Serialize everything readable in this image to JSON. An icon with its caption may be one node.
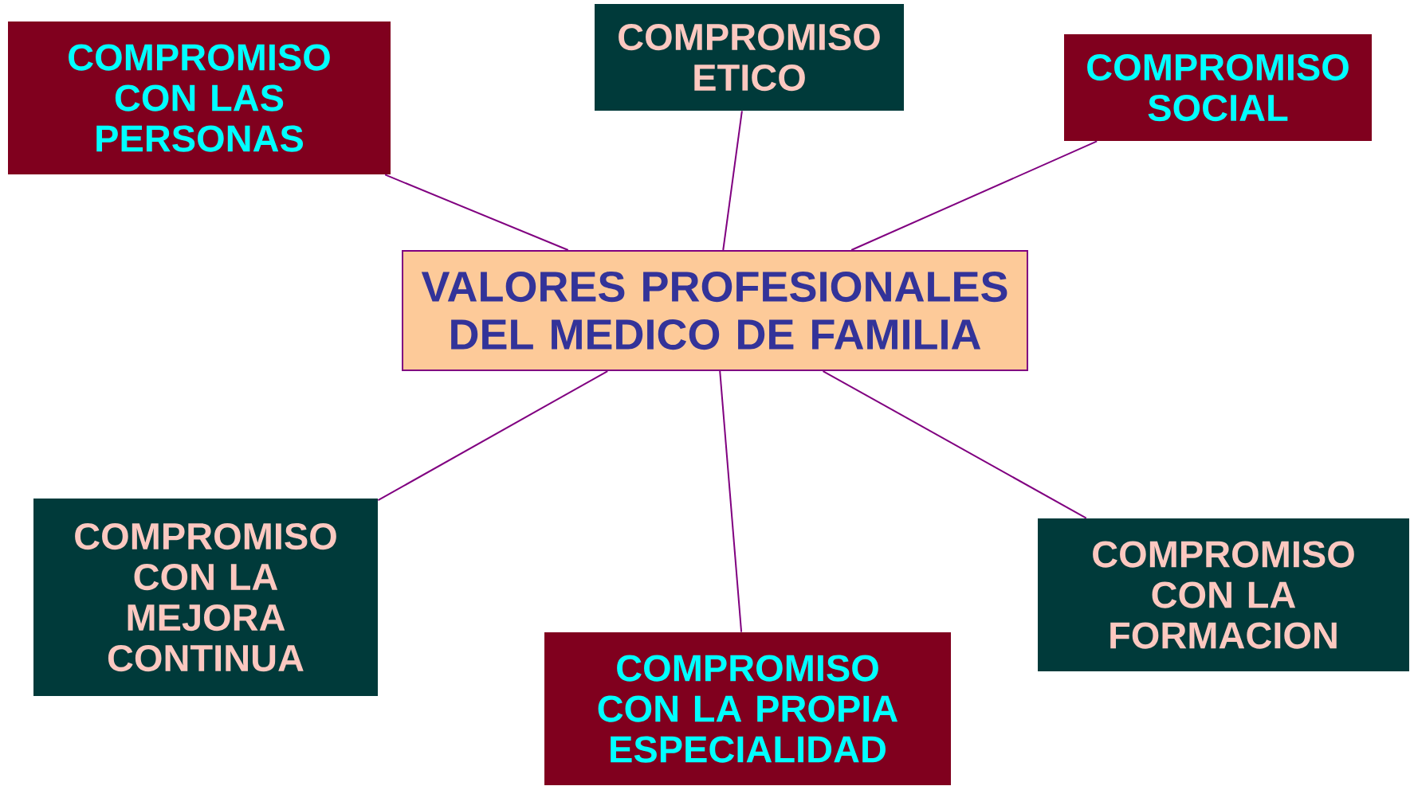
{
  "diagram": {
    "nodes": [
      {
        "text": [
          "VALORES PROFESIONALES DEL MEDICO DE FAMILIA"
        ]
      },
      {
        "text": [
          "COMPROMISO CON LAS PERSONAS"
        ]
      },
      {
        "text": [
          "COMPROMISO ETICO"
        ]
      },
      {
        "text": [
          "COMPROMISO SOCIAL"
        ]
      },
      {
        "text": [
          "COMPROMISO CON LA MEJORA CONTINUA"
        ]
      },
      {
        "text": [
          "COMPROMISO CON LA PROPIA ESPECIALIDAD"
        ]
      },
      {
        "text": [
          "COMPROMISO CON LA FORMACION"
        ]
      }
    ],
    "edges": [
      {
        "from": 0,
        "to": 1,
        "arrow": "none"
      },
      {
        "from": 0,
        "to": 2,
        "arrow": "none"
      },
      {
        "from": 0,
        "to": 3,
        "arrow": "none"
      },
      {
        "from": 0,
        "to": 4,
        "arrow": "none"
      },
      {
        "from": 0,
        "to": 5,
        "arrow": "none"
      },
      {
        "from": 0,
        "to": 6,
        "arrow": "none"
      }
    ]
  }
}
